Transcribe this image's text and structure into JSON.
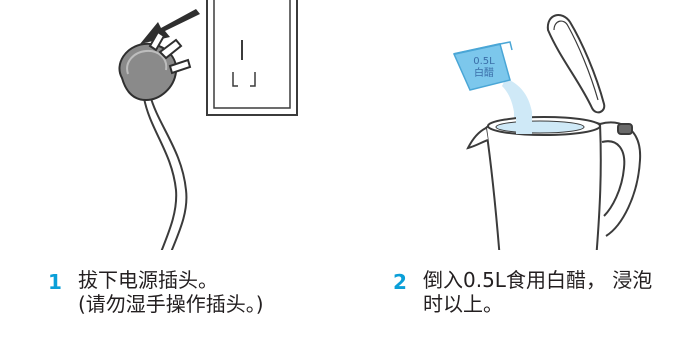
{
  "steps": [
    {
      "number": "1",
      "line1": "拔下电源插头。",
      "line2": "(请勿湿手操作插头。)"
    },
    {
      "number": "2",
      "line1": "倒入0.5L食用白醋， 浸泡",
      "line2": "时以上。"
    }
  ],
  "cup": {
    "volume": "0.5L",
    "liquid": "白醋"
  },
  "colors": {
    "accent": "#0a9fd8",
    "line": "#3b3b3b",
    "plug_fill": "#8a8a8a",
    "water": "#cfe9f7",
    "cup_blue": "#7cc7ec"
  }
}
